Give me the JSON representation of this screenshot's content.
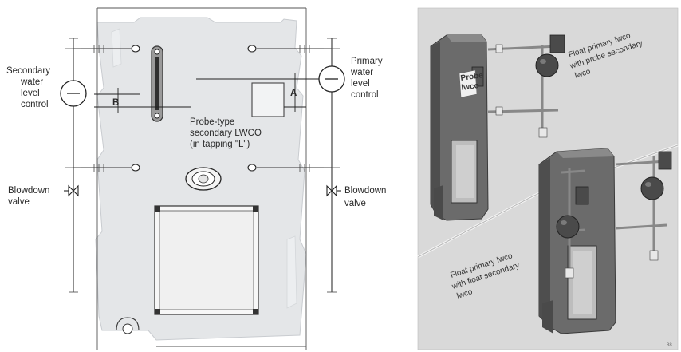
{
  "left_diagram": {
    "labels": {
      "secondary": [
        "Secondary",
        "water",
        "level",
        "control"
      ],
      "primary": [
        "Primary",
        "water",
        "level",
        "control"
      ],
      "probe": [
        "Probe-type",
        "secondary LWCO",
        "(in tapping \"L\")"
      ],
      "blowdown_left": [
        "Blowdown",
        "valve"
      ],
      "blowdown_right": [
        "Blowdown",
        "valve"
      ],
      "dim_a": "A",
      "dim_b": "B"
    }
  },
  "right_photo": {
    "callout_top": [
      "Float primary lwco",
      "with probe secondary",
      "lwco"
    ],
    "callout_bottom": [
      "Float primary lwco",
      "with float secondary",
      "lwco"
    ],
    "probe_label": [
      "Probe",
      "lwco"
    ],
    "corner_mark": "88"
  },
  "colors": {
    "boiler_fill": "#e4e6e8",
    "boiler_edge": "#c9ccd0",
    "photo_bg": "#d9d9d9",
    "metal_dark": "#5e5e5e",
    "float_ball": "#4a4a4a"
  }
}
